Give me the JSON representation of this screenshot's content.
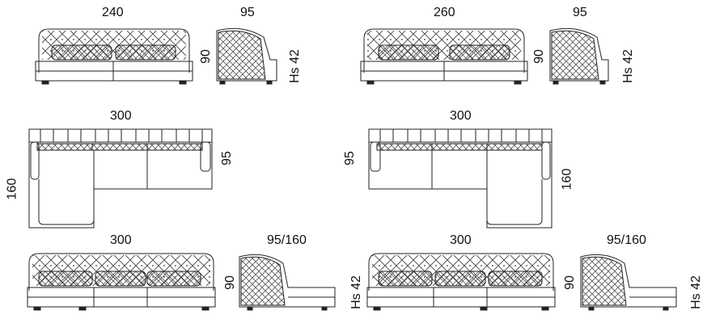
{
  "dimensions": {
    "sofa_240": {
      "width": "240",
      "depth": "95",
      "height": "90",
      "seat_height": "Hs 42"
    },
    "sofa_260": {
      "width": "260",
      "depth": "95",
      "height": "90",
      "seat_height": "Hs 42"
    },
    "chaise_left_plan": {
      "width": "300",
      "depth": "95",
      "chaise_depth": "160"
    },
    "chaise_right_plan": {
      "width": "300",
      "depth": "95",
      "chaise_depth": "160"
    },
    "chaise_left_front": {
      "width": "300",
      "depth": "95/160",
      "height": "90",
      "seat_height": "Hs 42"
    },
    "chaise_right_front": {
      "width": "300",
      "depth": "95/160",
      "height": "90",
      "seat_height": "Hs 42"
    }
  },
  "colors": {
    "line": "#222222",
    "quilt": "#555555",
    "background": "#ffffff"
  }
}
